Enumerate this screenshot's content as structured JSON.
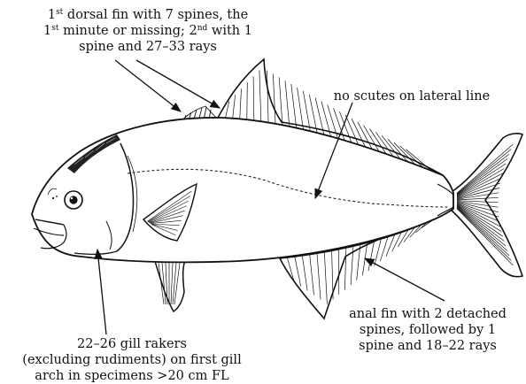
{
  "labels": {
    "dorsal": {
      "line1_pre": "1",
      "line1_sup": "st",
      "line1_post": " dorsal fin with 7 spines, the",
      "line2_pre": "1",
      "line2_sup1": "st",
      "line2_mid": " minute or missing; 2",
      "line2_sup2": "nd",
      "line2_post": " with 1",
      "line3": "spine and 27–33 rays"
    },
    "lateral": "no scutes on lateral line",
    "anal": [
      "anal fin with 2 detached",
      "spines, followed by 1",
      "spine and 18–22 rays"
    ],
    "gill": [
      "22–26 gill rakers",
      "(excluding rudiments) on first gill",
      "arch in specimens >20 cm FL"
    ]
  },
  "colors": {
    "ink": "#111111",
    "paper": "#ffffff",
    "stripe": "#222222"
  }
}
